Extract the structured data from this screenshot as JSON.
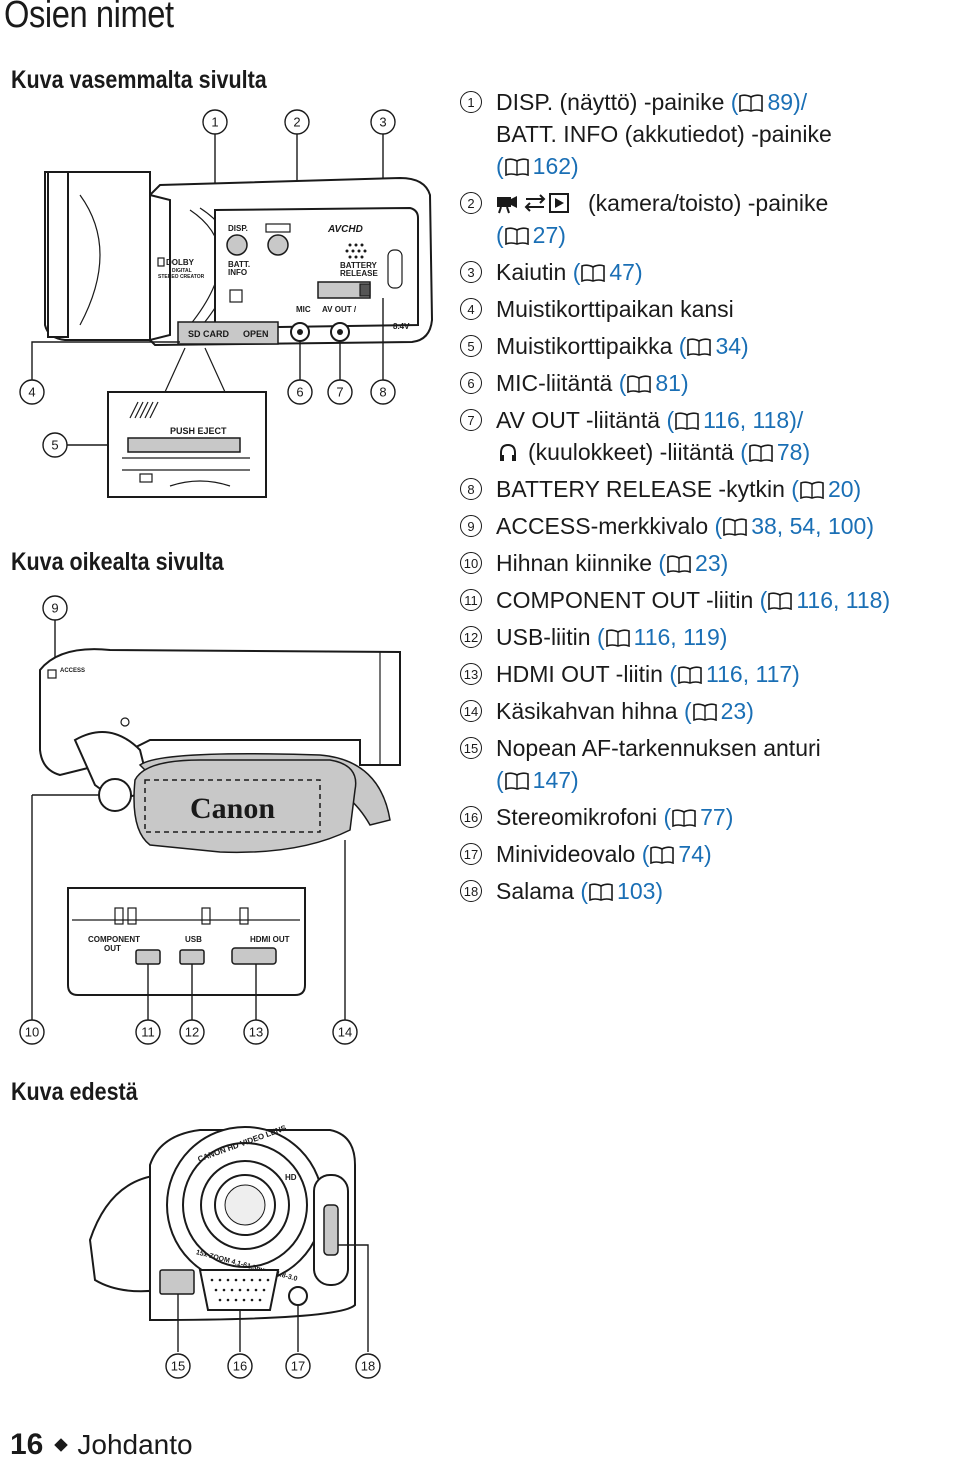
{
  "page": {
    "title": "Osien nimet",
    "page_number": "16",
    "chapter": "Johdanto"
  },
  "sections": {
    "left": "Kuva vasemmalta sivulta",
    "right": "Kuva oikealta sivulta",
    "front": "Kuva edestä"
  },
  "camera_labels": {
    "disp": "DISP.",
    "batt_info_1": "BATT.",
    "batt_info_2": "INFO",
    "avchd": "AVCHD",
    "battery_release_1": "BATTERY",
    "battery_release_2": "RELEASE",
    "dolby": "DOLBY",
    "dolby_2": "DIGITAL",
    "dolby_3": "STEREO CREATOR",
    "mic": "MIC",
    "av_out": "AV OUT /",
    "voltage": "8.4V",
    "sd_card": "SD CARD",
    "open": "OPEN",
    "push_eject": "PUSH EJECT",
    "access": "ACCESS",
    "brand": "Canon",
    "component_out_1": "COMPONENT",
    "component_out_2": "OUT",
    "usb": "USB",
    "hdmi_out": "HDMI OUT",
    "lens_1": "CANON HD VIDEO LENS",
    "lens_2": "15x ZOOM 4.1-61.5mm 1:1.8-3.0",
    "lens_hd": "HD"
  },
  "callouts_left": [
    "1",
    "2",
    "3",
    "4",
    "5",
    "6",
    "7",
    "8"
  ],
  "callouts_right": [
    "9",
    "10",
    "11",
    "12",
    "13",
    "14"
  ],
  "callouts_front": [
    "15",
    "16",
    "17",
    "18"
  ],
  "legend": [
    {
      "num": "1",
      "text": "DISP. (näyttö) -painike (",
      "ref": "89",
      "tail": ")/"
    },
    {
      "num": "",
      "text": "BATT. INFO (akkutiedot) -painike",
      "ref": "",
      "tail": ""
    },
    {
      "num": "",
      "text": "(",
      "ref": "162",
      "tail": ")"
    },
    {
      "num": "2",
      "text": "(kamera/toisto) -painike",
      "ref": "",
      "tail": ""
    },
    {
      "num": "",
      "text": "(",
      "ref": "27",
      "tail": ")"
    },
    {
      "num": "3",
      "text": "Kaiutin (",
      "ref": "47",
      "tail": ")"
    },
    {
      "num": "4",
      "text": "Muistikorttipaikan kansi",
      "ref": "",
      "tail": ""
    },
    {
      "num": "5",
      "text": "Muistikorttipaikka (",
      "ref": "34",
      "tail": ")"
    },
    {
      "num": "6",
      "text": "MIC-liitäntä (",
      "ref": "81",
      "tail": ")"
    },
    {
      "num": "7",
      "text": "AV OUT -liitäntä (",
      "ref": "116, 118",
      "tail": ")/"
    },
    {
      "num": "",
      "text": "(kuulokkeet) -liitäntä (",
      "ref": "78",
      "tail": ")"
    },
    {
      "num": "8",
      "text": "BATTERY RELEASE -kytkin (",
      "ref": "20",
      "tail": ")"
    },
    {
      "num": "9",
      "text": "ACCESS-merkkivalo (",
      "ref": "38, 54, 100",
      "tail": ")"
    },
    {
      "num": "10",
      "text": "Hihnan kiinnike (",
      "ref": "23",
      "tail": ")"
    },
    {
      "num": "11",
      "text": "COMPONENT OUT -liitin (",
      "ref": "116, 118",
      "tail": ")"
    },
    {
      "num": "12",
      "text": "USB-liitin (",
      "ref": "116, 119",
      "tail": ")"
    },
    {
      "num": "13",
      "text": "HDMI OUT -liitin (",
      "ref": "116, 117",
      "tail": ")"
    },
    {
      "num": "14",
      "text": "Käsikahvan hihna (",
      "ref": "23",
      "tail": ")"
    },
    {
      "num": "15",
      "text": "Nopean AF-tarkennuksen anturi",
      "ref": "",
      "tail": ""
    },
    {
      "num": "",
      "text": "(",
      "ref": "147",
      "tail": ")"
    },
    {
      "num": "16",
      "text": "Stereomikrofoni (",
      "ref": "77",
      "tail": ")"
    },
    {
      "num": "17",
      "text": "Minivideovalo (",
      "ref": "74",
      "tail": ")"
    },
    {
      "num": "18",
      "text": "Salama (",
      "ref": "103",
      "tail": ")"
    }
  ],
  "icons": {
    "reference": "book-icon",
    "mode_switch": "camera-play-icon",
    "headphones": "headphones-icon"
  }
}
